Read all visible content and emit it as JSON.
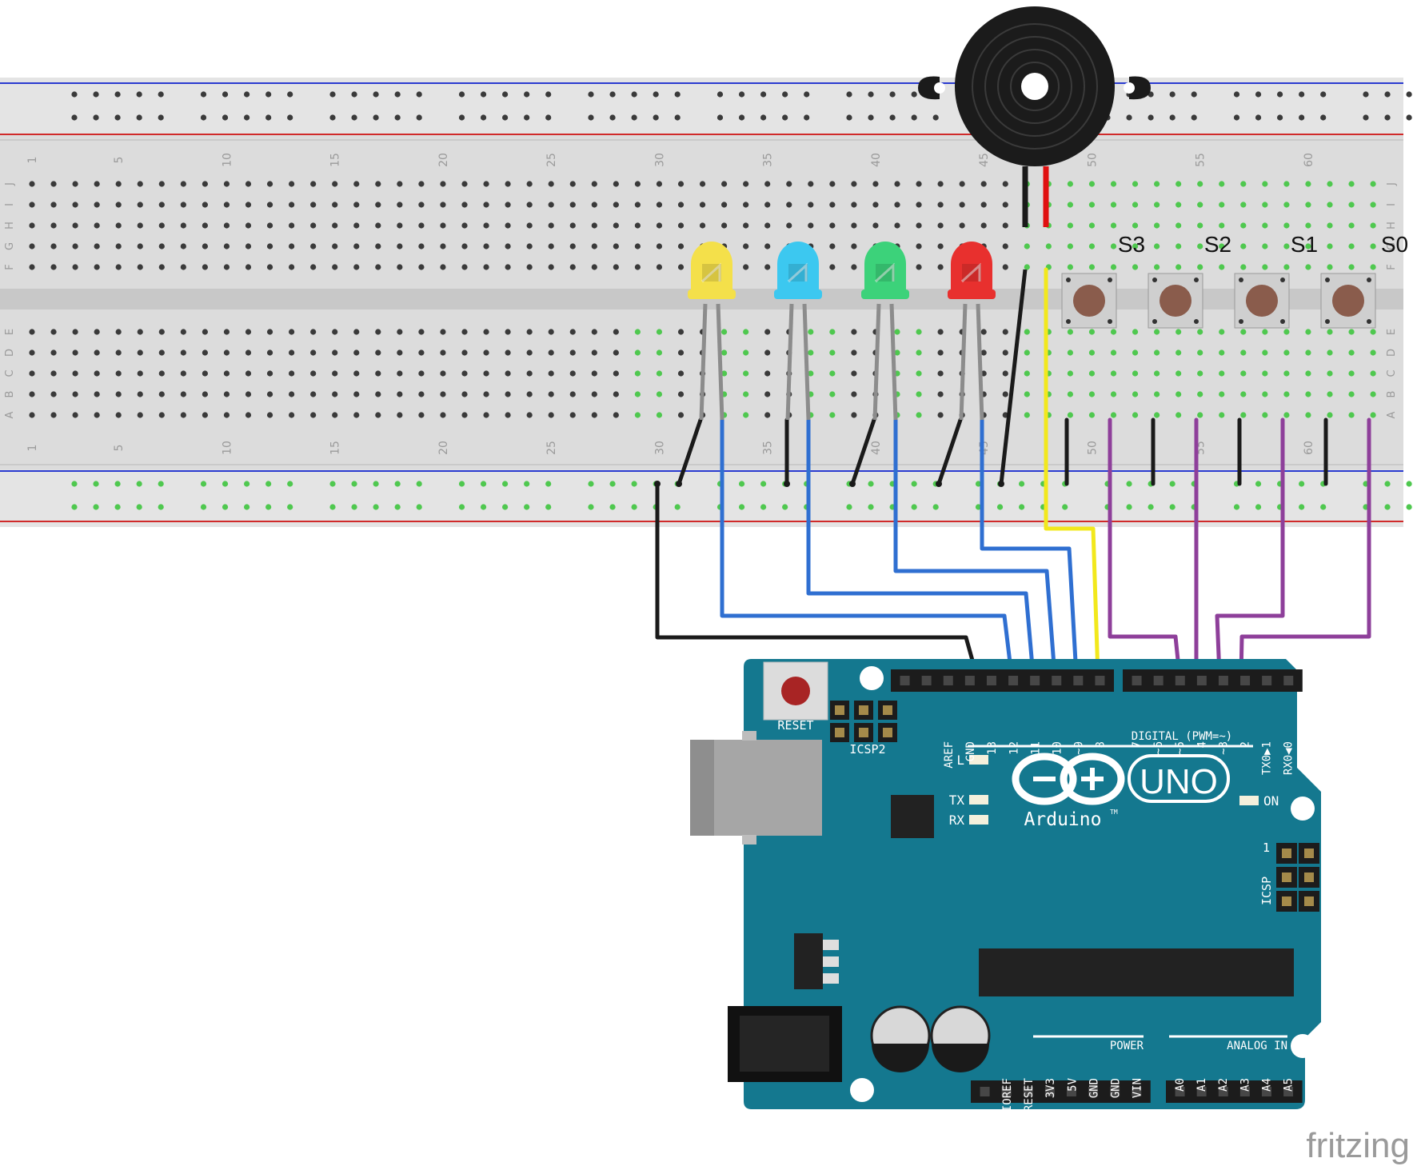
{
  "breadboard": {
    "column_numbers": [
      "1",
      "5",
      "10",
      "15",
      "20",
      "25",
      "30",
      "35",
      "40",
      "45",
      "50",
      "55",
      "60"
    ],
    "row_letters_top": [
      "J",
      "I",
      "H",
      "G",
      "F"
    ],
    "row_letters_bottom": [
      "E",
      "D",
      "C",
      "B",
      "A"
    ]
  },
  "switch_labels": [
    "S3",
    "S2",
    "S1",
    "S0"
  ],
  "led_colors": [
    "#f4e04a",
    "#3cc8f0",
    "#3cd27a",
    "#e8302e"
  ],
  "wire_colors": {
    "ground": "#1a1a1a",
    "led_signal": "#2f6fd1",
    "buzzer": "#f2e81c",
    "switch_signal": "#8e3f9a",
    "buzzer_red": "#e01010"
  },
  "arduino": {
    "reset_label": "RESET",
    "icsp2_label": "ICSP2",
    "icsp_label": "ICSP",
    "icsp_pin1": "1",
    "digital_header_label": "DIGITAL (PWM=~)",
    "digital_pins_left": [
      "AREF",
      "GND",
      "13",
      "12",
      "~11",
      "~10",
      "~9",
      "8"
    ],
    "digital_pins_right": [
      "7",
      "~6",
      "~5",
      "4",
      "~3",
      "2",
      "TX0▶1",
      "RX0◀0"
    ],
    "led_labels": [
      "L",
      "TX",
      "RX"
    ],
    "on_label": "ON",
    "logo_text": "Arduino",
    "trademark": "TM",
    "model": "UNO",
    "power_header_label": "POWER",
    "power_pins": [
      "IOREF",
      "RESET",
      "3V3",
      "5V",
      "GND",
      "GND",
      "VIN"
    ],
    "analog_header_label": "ANALOG IN",
    "analog_pins": [
      "A0",
      "A1",
      "A2",
      "A3",
      "A4",
      "A5"
    ],
    "board_color": "#14788f"
  },
  "watermark": "fritzing"
}
